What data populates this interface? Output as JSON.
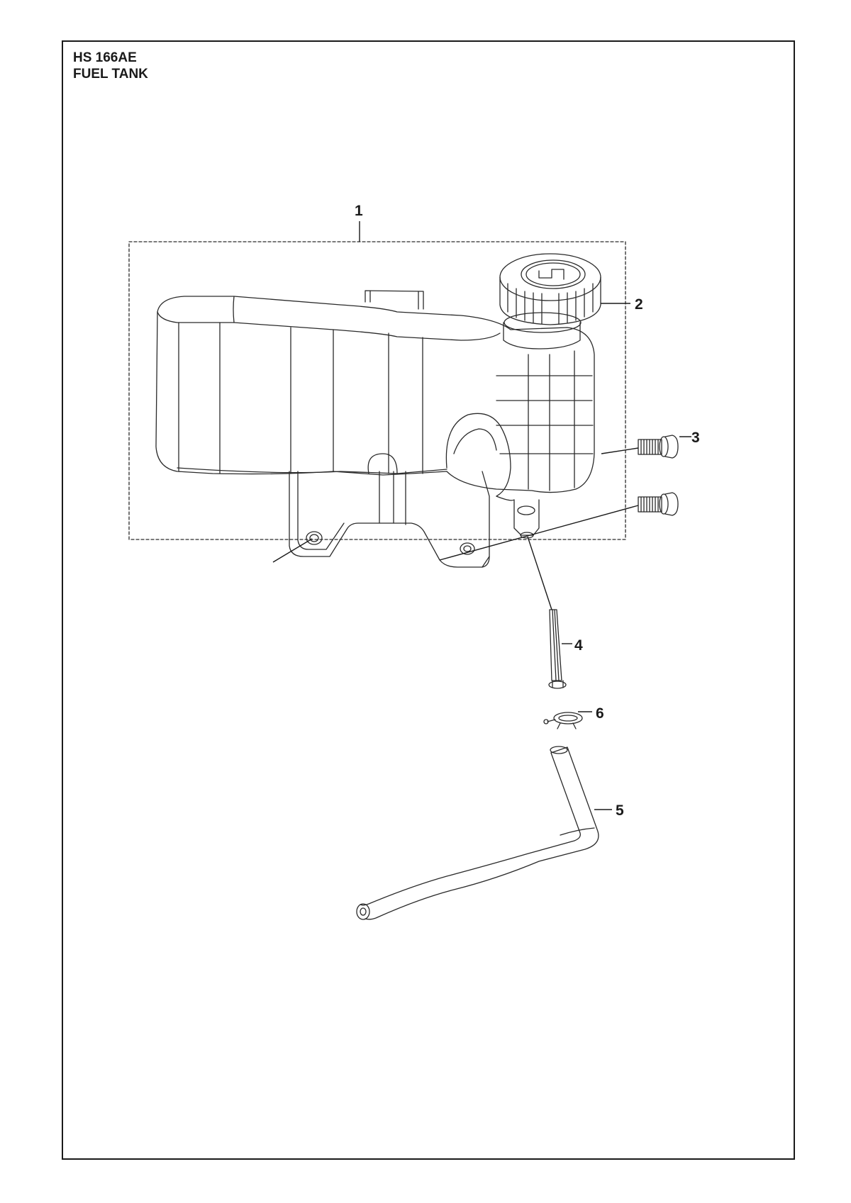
{
  "header": {
    "model": "HS 166AE",
    "section": "FUEL TANK"
  },
  "callouts": {
    "c1": "1",
    "c2": "2",
    "c3": "3",
    "c4": "4",
    "c5": "5",
    "c6": "6"
  },
  "colors": {
    "line": "#1a1a1a",
    "part_stroke": "#2a2a2a",
    "part_fill": "#ffffff"
  }
}
